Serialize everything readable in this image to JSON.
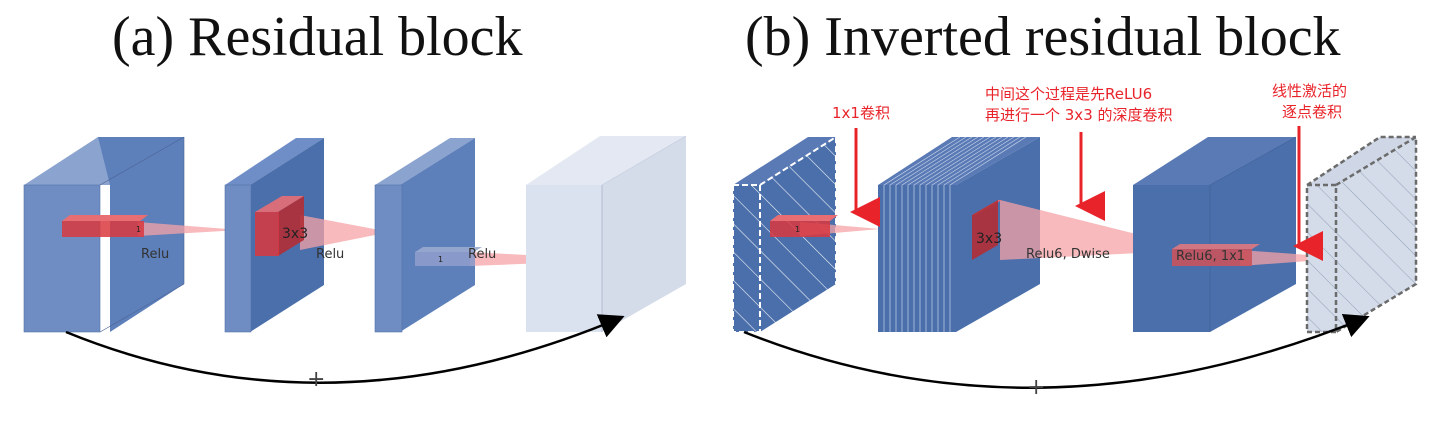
{
  "titles": {
    "a": "(a) Residual block",
    "b": "(b) Inverted residual block"
  },
  "panel_a": {
    "kernel_labels": [
      "1",
      "3x3",
      "1"
    ],
    "activation_labels": [
      "Relu",
      "Relu",
      "Relu"
    ],
    "skip_label": "+"
  },
  "panel_b": {
    "kernel_labels": [
      "1",
      "3x3"
    ],
    "op_labels": [
      "Relu6, Dwise",
      "Relu6, 1x1"
    ],
    "skip_label": "+"
  },
  "annotations": {
    "conv1x1": "1x1卷积",
    "process_line1": "中间这个过程是先ReLU6",
    "process_line2": "再进行一个 3x3 的深度卷积",
    "linear_line1": "线性激活的",
    "linear_line2": "逐点卷积"
  },
  "colors": {
    "block_blue": "#6f8dc2",
    "block_dark": "#4a6fab",
    "block_faded": "#dbe2ef",
    "kernel_red": "#d9383e",
    "beam_pink": "#f5a3a6",
    "annotation_red": "#e8242a"
  }
}
